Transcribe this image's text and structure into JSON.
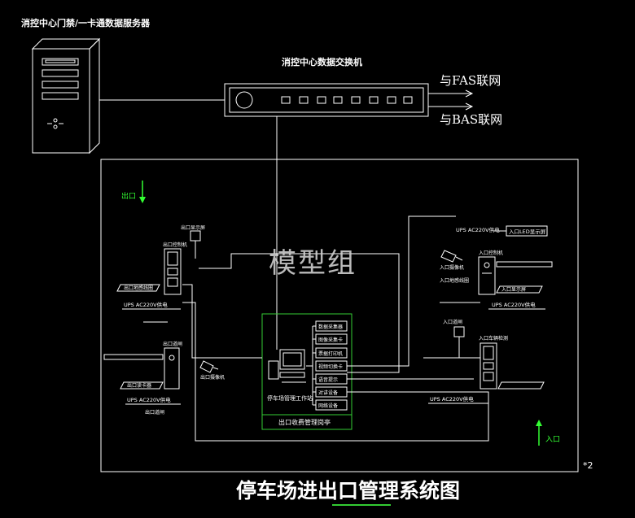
{
  "labels": {
    "server": "消控中心门禁/一卡通数据服务器",
    "switch": "消控中心数据交换机",
    "fas": "与FAS联网",
    "bas": "与BAS联网",
    "entry": "入口",
    "exit": "出口",
    "in_lane_display": "入口LED显示屏",
    "ups_top": "UPS AC220V供电",
    "ups_left1": "UPS AC220V供电",
    "ups_left2": "UPS AC220V供电",
    "ups_right1": "UPS AC220V供电",
    "ups_right2": "UPS AC220V供电",
    "left_ctrl": "出口控制机",
    "left_sign": "出口显示屏",
    "left_barrier": "出口道闸",
    "left_cam": "出口摄像机",
    "left_loop": "出口地感线圈",
    "left_ticket": "出口读卡器",
    "left_gate2": "出口道闸",
    "right_cam": "入口摄像机",
    "right_ctrl": "入口控制机",
    "right_loop": "入口地感线圈",
    "right_sign": "入口显示屏",
    "right_gate": "入口道闸",
    "right_det": "入口车辆检测",
    "workstation": "停车场管理工作站",
    "booth": "出口收费管理岗亭",
    "rack": [
      "数据采集器",
      "图像采集卡",
      "票据打印机",
      "视频切换卡",
      "语音提示",
      "对讲设备",
      "网络设备"
    ],
    "watermark": "模型组",
    "title": "停车场进出口管理系统图",
    "sheet": "*2"
  },
  "colors": {
    "background": "#000000",
    "lines": "#ffffff",
    "accent": "#33ff33"
  }
}
